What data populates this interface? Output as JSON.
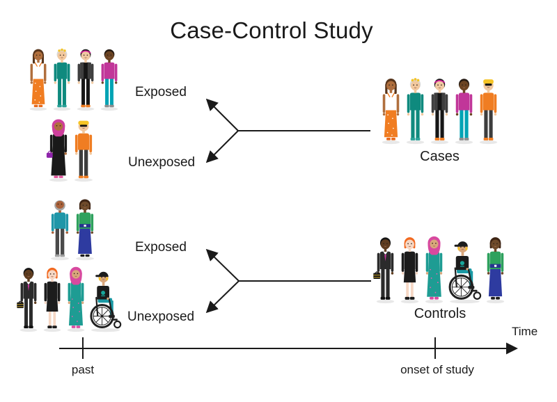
{
  "title": "Case-Control Study",
  "top_branch": {
    "exposed": "Exposed",
    "unexposed": "Unexposed"
  },
  "bottom_branch": {
    "exposed": "Exposed",
    "unexposed": "Unexposed"
  },
  "timeline": {
    "axis_label": "Time",
    "past": "past",
    "onset": "onset of study"
  },
  "colors": {
    "line": "#1a1a1a",
    "text": "#1a1a1a",
    "background": "#ffffff",
    "shadow": "#e8e8e8"
  },
  "characters": {
    "orange-skirt-woman": {
      "skin": "#b06f3d",
      "hair": "#57351c",
      "hair_style": "long",
      "top": "#ffffff",
      "top_trim": "#f07d22",
      "bottom": "#f07d22",
      "bottom_style": "skirt",
      "shoes": "#e8691b",
      "extras": [
        "sleeveless",
        "skirt-dots"
      ]
    },
    "curlers-elder": {
      "skin": "#f2c89e",
      "hair": "#d9d9d9",
      "hair_style": "curlers",
      "top": "#0f8a7e",
      "bottom": "#0f8a7e",
      "bottom_style": "pants",
      "shoes": "#2aa198",
      "extras": []
    },
    "dark-jacket-person": {
      "skin": "#f0c9a2",
      "hair": "#1c1c1c",
      "hair_style": "headband",
      "headband": "#d6219c",
      "top": "#161616",
      "jacket": "#3f3f3f",
      "bottom": "#161616",
      "bottom_style": "pants",
      "shoes": "#f07d22",
      "extras": []
    },
    "magenta-top-woman": {
      "skin": "#6b4423",
      "hair": "#241a12",
      "hair_style": "short",
      "top": "#c13699",
      "bottom": "#00a3b4",
      "bottom_style": "pants",
      "shoes": "#8e8e8e",
      "extras": []
    },
    "pink-hijab-woman": {
      "skin": "#b06f3d",
      "hair": "#241a12",
      "hair_style": "hijab",
      "hijab": "#ce3f9c",
      "top": "#191919",
      "bottom": "#191919",
      "bottom_style": "dress",
      "shoes": "#e3599f",
      "bag": "#8e24aa",
      "extras": [
        "handbag"
      ]
    },
    "orange-shirt-man": {
      "skin": "#f2c89e",
      "hair": "#f5c426",
      "hair_style": "flat-top",
      "top": "#f07d22",
      "bottom": "#3d3d3d",
      "bottom_style": "pants",
      "shoes": "#f07d22",
      "extras": [
        "sunglasses"
      ]
    },
    "grey-beard-man": {
      "skin": "#a9613a",
      "hair": "#a5a5a5",
      "hair_style": "short",
      "top": "#1f96a8",
      "bottom": "#4a4a4a",
      "bottom_style": "pants",
      "shoes": "#9e9e9e",
      "extras": [
        "beard"
      ]
    },
    "green-top-woman": {
      "skin": "#6e4a2a",
      "hair": "#3e2414",
      "hair_style": "bob",
      "top": "#2ea15d",
      "bottom": "#2e3ba0",
      "bottom_style": "skirt",
      "shoes": "#1c1c1c",
      "band": "#27338f",
      "extras": [
        "waistband"
      ]
    },
    "suit-man": {
      "skin": "#5f3d20",
      "hair": "#141414",
      "hair_style": "short",
      "top": "#2b2b2b",
      "bottom": "#2b2b2b",
      "bottom_style": "pants",
      "shoes": "#111111",
      "tie": "#c13699",
      "bag": "#161616",
      "extras": [
        "tie",
        "briefcase"
      ]
    },
    "redhead-woman": {
      "skin": "#f6d7c4",
      "hair": "#f26a21",
      "hair_style": "bob",
      "top": "#1c1c1c",
      "bottom": "#1c1c1c",
      "bottom_style": "knee-dress",
      "shoes": "#1c1c1c",
      "extras": []
    },
    "teal-hijab-woman": {
      "skin": "#d9a77c",
      "hair": "#241a12",
      "hair_style": "hijab",
      "hijab": "#d8499f",
      "top": "#1e9c93",
      "bottom": "#1e9c93",
      "bottom_style": "dress",
      "shoes": "#d8499f",
      "extras": [
        "dress-dots"
      ]
    },
    "wheelchair-man": {
      "skin": "#d9a77c",
      "hair": "#f5c426",
      "hair_style": "cap",
      "cap": "#1c1c1c",
      "top": "#1c1c1c",
      "bottom": "#1a9aa5",
      "shoes": "#222222",
      "accent": "#18a89d",
      "seated": true,
      "extras": []
    }
  },
  "groups": {
    "top_exposed": {
      "members": [
        "orange-skirt-woman",
        "curlers-elder",
        "dark-jacket-person",
        "magenta-top-woman"
      ]
    },
    "top_unexposed": {
      "members": [
        "pink-hijab-woman",
        "orange-shirt-man"
      ]
    },
    "cases": {
      "label": "Cases",
      "members": [
        "orange-skirt-woman",
        "curlers-elder",
        "dark-jacket-person",
        "magenta-top-woman",
        "orange-shirt-man"
      ]
    },
    "bottom_exposed": {
      "members": [
        "grey-beard-man",
        "green-top-woman"
      ]
    },
    "bottom_unexposed": {
      "members": [
        "suit-man",
        "redhead-woman",
        "teal-hijab-woman",
        "wheelchair-man"
      ]
    },
    "controls": {
      "label": "Controls",
      "members": [
        "suit-man",
        "redhead-woman",
        "teal-hijab-woman",
        "wheelchair-man",
        "green-top-woman"
      ]
    }
  }
}
